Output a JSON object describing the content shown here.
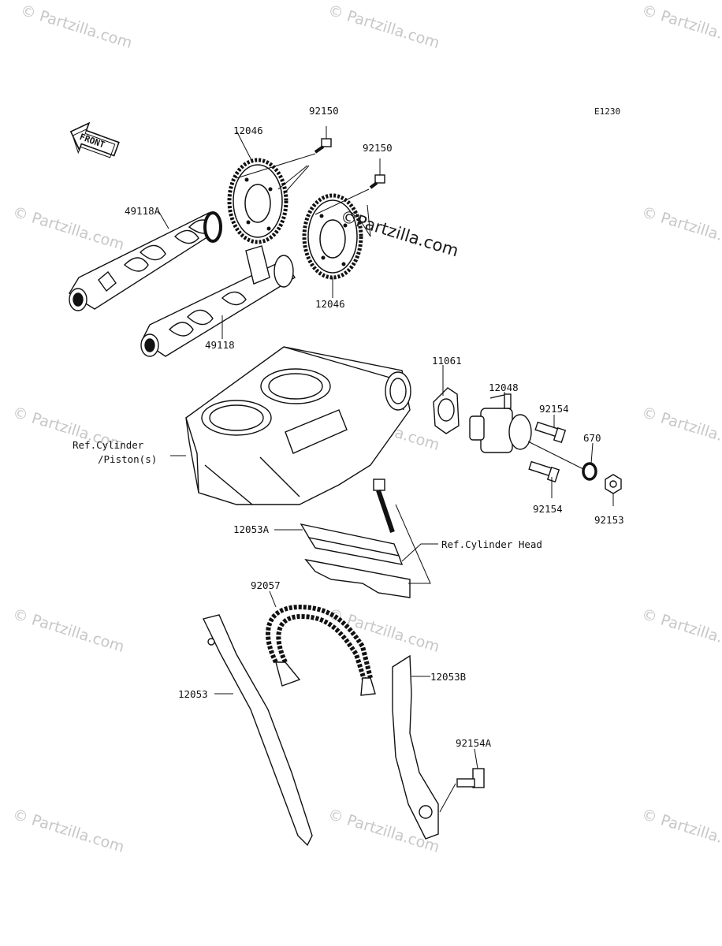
{
  "diagram_code": "E1230",
  "front_label": "FRONT",
  "watermark_text": "© Partzilla.com",
  "center_watermark": "©Partzilla.com",
  "parts": {
    "bolt_top_a": "92150",
    "bolt_top_b": "92150",
    "sprocket_upper": "12046",
    "sprocket_lower": "12046",
    "camshaft_exhaust": "49118A",
    "camshaft_intake": "49118",
    "gasket": "11061",
    "tensioner": "12048",
    "bolt_tensioner_upper": "92154",
    "o_ring": "670",
    "bolt_tensioner_lower": "92154",
    "cap_nut": "92153",
    "guide_top": "12053A",
    "chain": "92057",
    "guide_left": "12053",
    "guide_right": "12053B",
    "pivot_bolt": "92154A"
  },
  "references": {
    "cylinder": "Ref.Cylinder",
    "piston": "/Piston(s)",
    "cylinder_head": "Ref.Cylinder Head"
  }
}
